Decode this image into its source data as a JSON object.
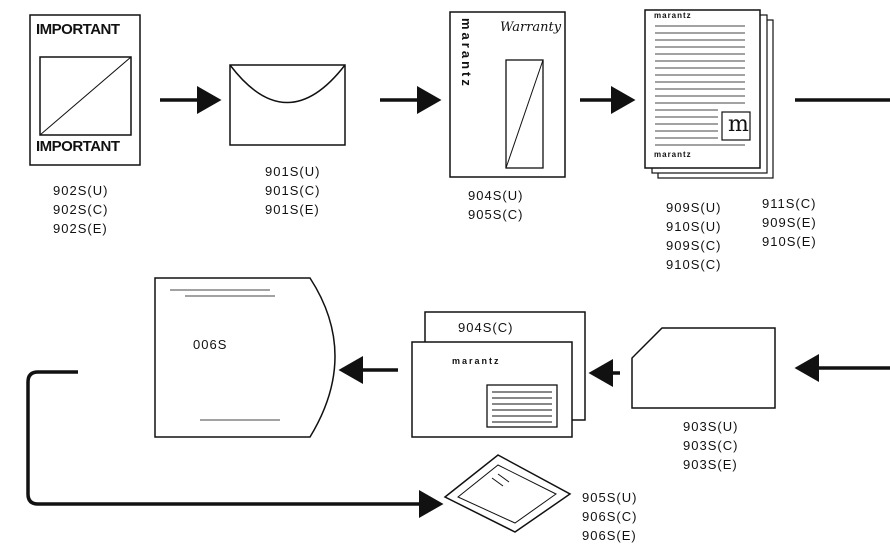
{
  "card": {
    "top_text": "IMPORTANT",
    "bottom_text": "IMPORTANT"
  },
  "warranty": {
    "vertical_brand": "marantz",
    "script": "Warranty"
  },
  "booklet": {
    "brand_top": "marantz",
    "brand_bottom": "marantz",
    "big_letter": "m"
  },
  "carton": {
    "tab_label": "904S(C)",
    "brand": "marantz"
  },
  "bag": {
    "label": "006S"
  },
  "labels": {
    "item_902": [
      "902S(U)",
      "902S(C)",
      "902S(E)"
    ],
    "item_901": [
      "901S(U)",
      "901S(C)",
      "901S(E)"
    ],
    "item_904": [
      "904S(U)",
      "905S(C)"
    ],
    "item_909_col1": [
      "909S(U)",
      "910S(U)",
      "909S(C)",
      "910S(C)"
    ],
    "item_909_col2": [
      "911S(C)",
      "909S(E)",
      "910S(E)"
    ],
    "item_903": [
      "903S(U)",
      "903S(C)",
      "903S(E)"
    ],
    "item_905": [
      "905S(U)",
      "906S(C)",
      "906S(E)"
    ]
  }
}
